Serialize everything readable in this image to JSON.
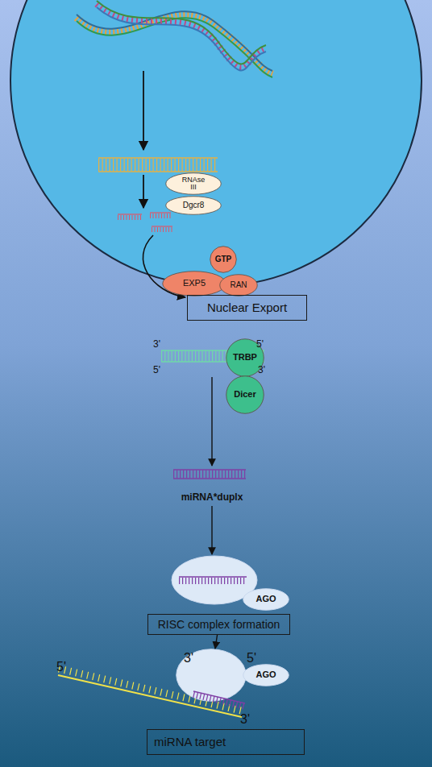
{
  "diagram": {
    "nodes": [
      {
        "text": [
          "RNAse III"
        ]
      },
      {
        "text": [
          "Dgcr8"
        ]
      },
      {
        "text": [
          "GTP"
        ]
      },
      {
        "text": [
          "EXP5"
        ]
      },
      {
        "text": [
          "RAN"
        ]
      },
      {
        "text": [
          "Nuclear Export"
        ]
      },
      {
        "text": [
          "TRBP"
        ]
      },
      {
        "text": [
          "Dicer"
        ]
      },
      {
        "text": [
          "AGO"
        ]
      },
      {
        "text": [
          "RISC complex formation"
        ]
      },
      {
        "text": [
          "3'",
          "5'"
        ]
      },
      {
        "text": [
          "AGO"
        ]
      },
      {
        "text": [
          "miRNA target"
        ]
      }
    ],
    "edges": [
      {
        "from": 9,
        "to": 10,
        "arrow": "to"
      }
    ],
    "labels": [
      "3'",
      "5'",
      "5'",
      "3'",
      "miRNA*duplx",
      "5'",
      "3'"
    ]
  }
}
